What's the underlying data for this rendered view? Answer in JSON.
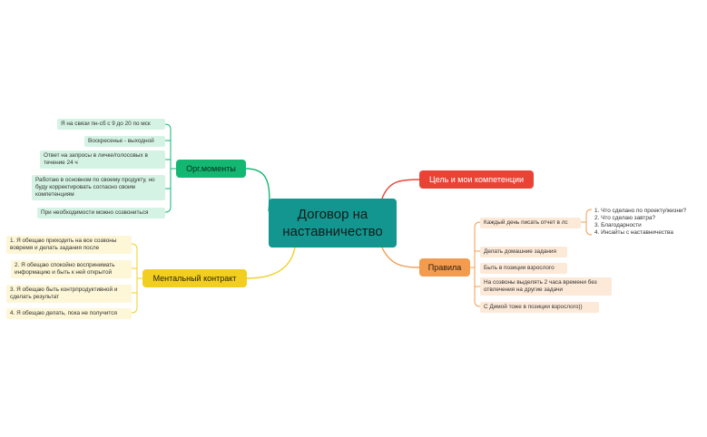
{
  "central": {
    "label": "Договор на наставничество"
  },
  "branches": {
    "org": {
      "label": "Орг.моменты",
      "color": "#13b772",
      "items": [
        "Я на связи пн-сб с 9 до 20 по мск",
        "Воскресенье - выходной",
        "Ответ на запросы в личке/голосовых в течение 24 ч",
        "Работаю в основном по своему продукту, но буду корректировать согласно своим компетенциям",
        "При необходимости можно созвониться"
      ]
    },
    "goal": {
      "label": "Цель и мои компетенции",
      "color": "#ea4336",
      "items": []
    },
    "mental": {
      "label": "Ментальный контракт",
      "color": "#f2cf1f",
      "items": [
        "1. Я обещаю приходить на все созвоны вовремя и делать задания после",
        "2. Я обещаю спокойно воспринимать информацию и быть к ней открытой",
        "3. Я обещаю быть контрпродуктивной и сделать результат",
        "4. Я обещаю делать, пока не получится"
      ]
    },
    "rules": {
      "label": "Правила",
      "color": "#f39c50",
      "items": [
        "Каждый день писать отчет в лс",
        "Делать домашние задания",
        "Быть в позиции взрослого",
        "На созвоны выделять 2 часа времени без отвлечения на другие задачи",
        "С Димой тоже в позиции взрослого))"
      ],
      "report_items": [
        "1. Что сделано по проекту/жизни?",
        "2. Что сделаю завтра?",
        "3. Благодарности",
        "4. Инсайты с наставничества"
      ]
    }
  },
  "colors": {
    "central": "#13968f",
    "green_leaf": "#d5f3e4",
    "yellow_leaf": "#fdf6d7",
    "orange_leaf": "#fde9d8"
  }
}
